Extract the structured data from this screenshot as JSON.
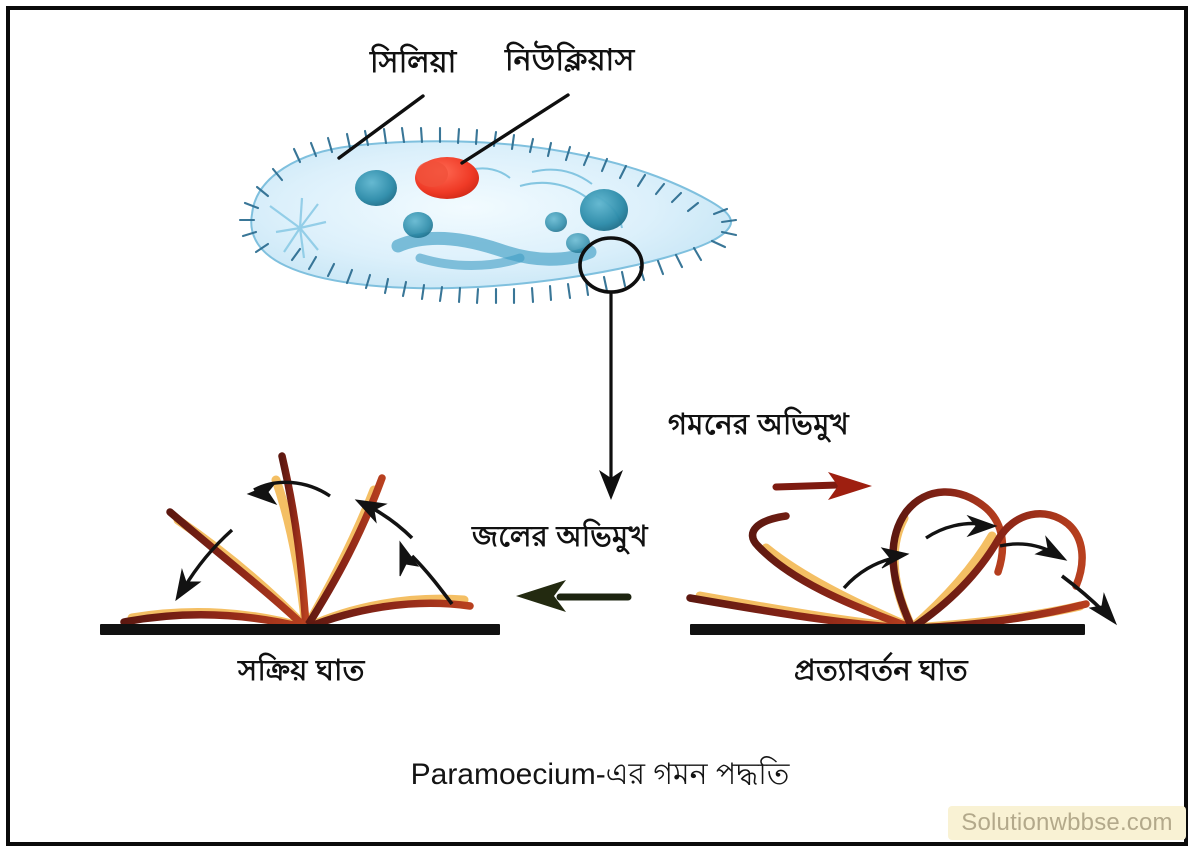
{
  "figure": {
    "caption": "Paramoecium-এর গমন পদ্ধতি",
    "background_color": "#ffffff",
    "border_color": "#0a0a0a"
  },
  "labels": {
    "cilia": "সিলিয়া",
    "nucleus": "নিউক্লিয়াস",
    "movement_direction": "গমনের অভিমুখ",
    "water_direction": "জলের অভিমুখ",
    "effective_stroke": "সক্রিয় ঘাত",
    "recovery_stroke": "প্রত্যাবর্তন ঘাত"
  },
  "organism": {
    "name": "Paramoecium",
    "body_fill": "#dff0fa",
    "body_stroke": "#5aa9d4",
    "nucleus_color": "#e8402e",
    "vacuole_color": "#2b87a8",
    "cilia_color": "#2f6f92"
  },
  "colors": {
    "cilium_dark": "#6d1d14",
    "cilium_mid": "#a8331f",
    "cilium_glow": "#f2b23c",
    "baseline": "#111111",
    "arrow_black": "#121212",
    "arrow_red": "#8c1b10",
    "arrow_water": "#1d2410",
    "watermark_bg": "#f9f2d4",
    "watermark_text": "#b3a98b"
  },
  "watermark": {
    "text": "Solutionwbbse.com"
  },
  "icons": {
    "callout_circle": "magnifier-circle",
    "leader_line": "leader-line",
    "down_arrow": "down-arrow",
    "left_arrow": "left-arrow",
    "right_arrow": "right-arrow"
  }
}
